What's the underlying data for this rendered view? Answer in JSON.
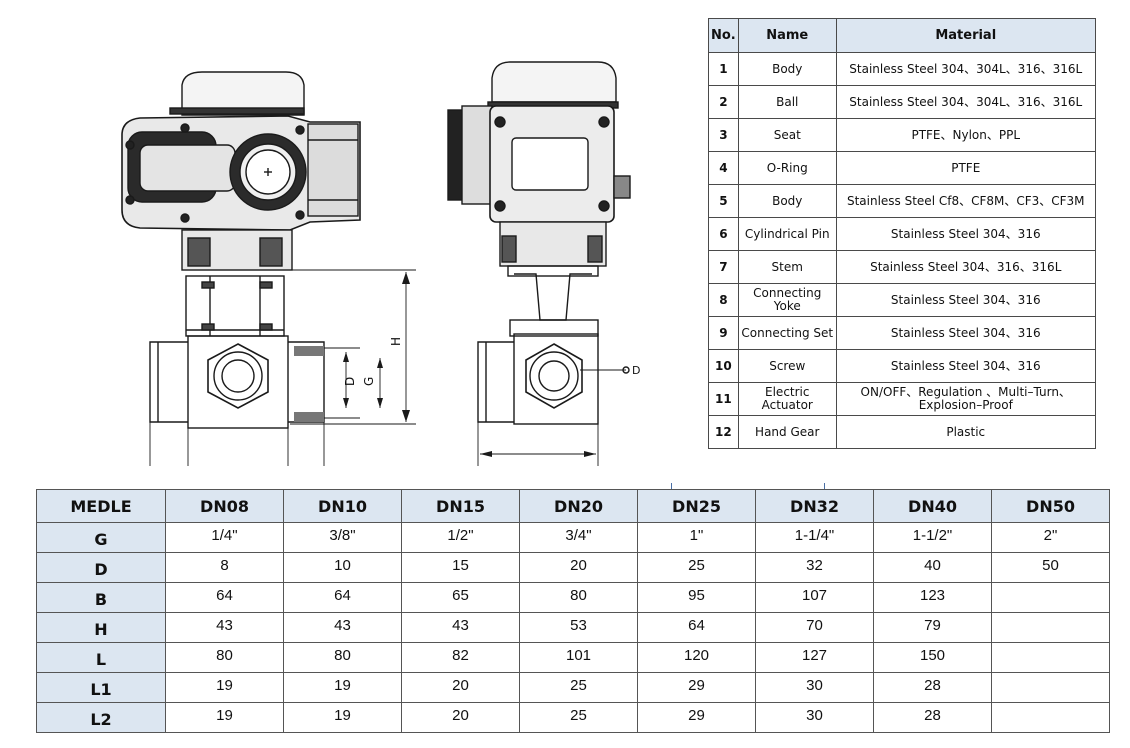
{
  "drawing": {
    "labels": {
      "h": "H",
      "d": "D",
      "g": "G",
      "d_side": "D"
    }
  },
  "materials": {
    "headers": [
      "No.",
      "Name",
      "Material"
    ],
    "rows": [
      {
        "no": "1",
        "name": "Body",
        "material": "Stainless Steel 304、304L、316、316L"
      },
      {
        "no": "2",
        "name": "Ball",
        "material": "Stainless Steel 304、304L、316、316L"
      },
      {
        "no": "3",
        "name": "Seat",
        "material": "PTFE、Nylon、PPL"
      },
      {
        "no": "4",
        "name": "O-Ring",
        "material": "PTFE"
      },
      {
        "no": "5",
        "name": "Body",
        "material": "Stainless Steel Cf8、CF8M、CF3、CF3M"
      },
      {
        "no": "6",
        "name": "Cylindrical Pin",
        "material": "Stainless Steel 304、316"
      },
      {
        "no": "7",
        "name": "Stem",
        "material": "Stainless Steel 304、316、316L"
      },
      {
        "no": "8",
        "name": "Connecting Yoke",
        "material": "Stainless Steel 304、316"
      },
      {
        "no": "9",
        "name": "Connecting Set",
        "material": "Stainless Steel 304、316"
      },
      {
        "no": "10",
        "name": "Screw",
        "material": "Stainless Steel 304、316"
      },
      {
        "no": "11",
        "name": "Electric Actuator",
        "material": "ON/OFF、Regulation 、Multi–Turn、Explosion–Proof"
      },
      {
        "no": "12",
        "name": "Hand Gear",
        "material": "Plastic"
      }
    ]
  },
  "dimensions": {
    "headers": [
      "MEDLE",
      "DN08",
      "DN10",
      "DN15",
      "DN20",
      "DN25",
      "DN32",
      "DN40",
      "DN50"
    ],
    "rows": [
      {
        "label": "G",
        "values": [
          "1/4\"",
          "3/8\"",
          "1/2\"",
          "3/4\"",
          "1\"",
          "1-1/4\"",
          "1-1/2\"",
          "2\""
        ]
      },
      {
        "label": "D",
        "values": [
          "8",
          "10",
          "15",
          "20",
          "25",
          "32",
          "40",
          "50"
        ]
      },
      {
        "label": "B",
        "values": [
          "64",
          "64",
          "65",
          "80",
          "95",
          "107",
          "123",
          ""
        ]
      },
      {
        "label": "H",
        "values": [
          "43",
          "43",
          "43",
          "53",
          "64",
          "70",
          "79",
          ""
        ]
      },
      {
        "label": "L",
        "values": [
          "80",
          "80",
          "82",
          "101",
          "120",
          "127",
          "150",
          ""
        ]
      },
      {
        "label": "L1",
        "values": [
          "19",
          "19",
          "20",
          "25",
          "29",
          "30",
          "28",
          ""
        ]
      },
      {
        "label": "L2",
        "values": [
          "19",
          "19",
          "20",
          "25",
          "29",
          "30",
          "28",
          ""
        ]
      }
    ]
  }
}
